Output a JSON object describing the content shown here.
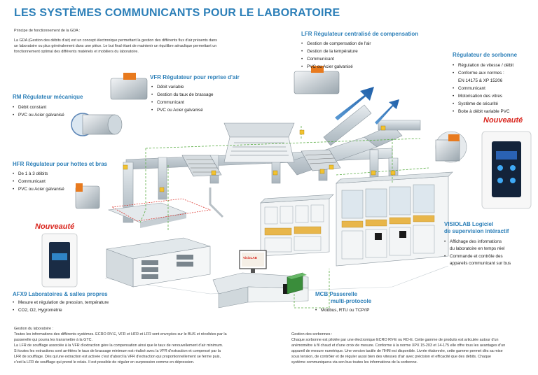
{
  "title": "LES SYSTÈMES COMMUNICANTS POUR LE LABORATOIRE",
  "intro": {
    "heading": "Principe de fonctionnement de la GDA :",
    "paragraph": [
      "La GDA (Gestion des débits d'air) est un concept électronique permettant la gestion des différents flux d'air présents dans",
      "un laboratoire ou plus généralement dans une pièce. Le but final étant de maintenir un équilibre aéraulique permettant un",
      "fonctionnement optimal des différents matériels et mobiliers du laboratoire."
    ]
  },
  "lfr": {
    "title": "LFR  Régulateur centralisé de compensation",
    "items": [
      "Gestion de compensation de l'air",
      "Gestion de la température",
      "Communicant",
      "PVC ou Acier galvanisé"
    ]
  },
  "vfr": {
    "title": "VFR  Régulateur pour reprise d'air",
    "items": [
      "Débit variable",
      "Gestion du taux de brassage",
      "Communicant",
      "PVC ou Acier galvanisé"
    ]
  },
  "rm": {
    "title": "RM  Régulateur mécanique",
    "items": [
      "Débit constant",
      "PVC ou Acier galvanisé"
    ]
  },
  "hfr": {
    "title": "HFR  Régulateur pour hottes et bras",
    "items": [
      "De 1 à 3 débits",
      "Communicant",
      "PVC ou Acier galvanisé"
    ]
  },
  "sorbonne": {
    "title": "Régulateur de sorbonne",
    "items": [
      "Régulation de vitesse / débit",
      "Conforme aux normes :"
    ],
    "norms": "EN 14175 & XP 15206",
    "items2": [
      "Communicant",
      "Motorisation des vitres",
      "Système de sécurité",
      "Boite à débit variable PVC"
    ]
  },
  "nouveaute_right": "Nouveauté",
  "nouveaute_left": "Nouveauté",
  "visiolab": {
    "title_line1": "VISIOLAB Logiciel",
    "title_line2": "de supervision intéractif",
    "items": [
      "Affichage des informations",
      "Commande et contrôle des"
    ],
    "item1_cont": "du laboratoire en temps réel",
    "item2_cont": "appareils communicant sur bus",
    "screen_label": "VisioLAB"
  },
  "afx9": {
    "title": "AFX9  Laboratoires & salles propres",
    "items": [
      "Mesure et régulation de pression, température",
      "CO2, O2, Hygrométrie"
    ]
  },
  "mcb": {
    "title_line1": "MCB  Passerelle",
    "title_line2": "multi-protocole",
    "items": [
      "Modbus, RTU ou TCP/IP"
    ]
  },
  "gestion_labo": {
    "heading": "Gestion du laboratoire :",
    "lines": [
      "Toutes les informations des différents systèmes.  ECRO RV-E, VFR et HFR et LFR sont envoyées sur le BUS et récoltées par la",
      "passerelle qui pourra les transmettre à la GTC.",
      "La LFR de soufflage associée à la VFR d'extraction gère la compensation ainsi que le taux de renouvellement d'air minimum.",
      "Si toutes les extractions sont arrêtées le taux de brassage minimum est réalisé avec la VFR d'extraction et compensé par la",
      "LFR de soufflage. Dès qu'une extraction est activée c'est d'abord la VFR d'extraction qui proportionnellement se ferme puis,",
      "c'est la LFR de soufflage qui prend le relais. Il est possible de réguler en surpression comme en dépression."
    ]
  },
  "gestion_sorbonnes": {
    "heading": "Gestion des sorbonnes :",
    "lines": [
      "Chaque sorbonne est pilotée par une électronique ECRO RV-E ou RO-E. Cette gamme de produits est articulée autour d'un",
      "anémomètre à fil chaud et d'une croix de mesure. Conforme à la norme XPX 15-203 et 14-175 elle offre tous les avantages d'un",
      "appareil de mesure numérique. Une version tactile de l'IHM est disponible. Livrée étalonnée, cette gamme permet dès sa mise",
      "sous tension, de contrôler et de réguler aussi bien des vitesses d'air avec précision et efficacité que des débits. Chaque",
      "système communiquera via son bus toutes les informations de la sorbonne."
    ]
  },
  "colors": {
    "title": "#2c7fb8",
    "accent_red": "#d9251d",
    "duct": "#c9d1d7",
    "bus_line": "#5cae46",
    "furniture": "#dfe6ea"
  }
}
